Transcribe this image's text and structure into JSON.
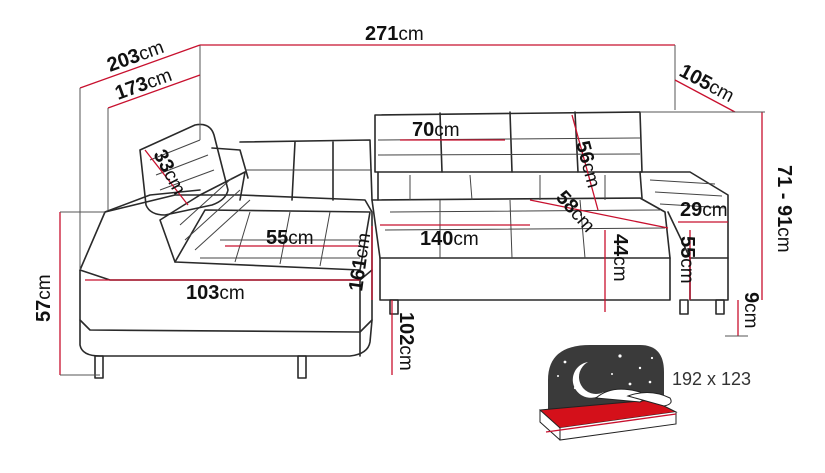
{
  "dimensions": {
    "total_width": {
      "value": "271",
      "unit": "cm"
    },
    "left_depth_outer": {
      "value": "203",
      "unit": "cm"
    },
    "left_depth_inner": {
      "value": "173",
      "unit": "cm"
    },
    "right_depth": {
      "value": "105",
      "unit": "cm"
    },
    "height_range": {
      "value": "71 - 91",
      "unit": "cm"
    },
    "headrest_width": {
      "value": "70",
      "unit": "cm"
    },
    "headrest_depth": {
      "value": "33",
      "unit": "cm"
    },
    "backrest_height": {
      "value": "56",
      "unit": "cm"
    },
    "seat_depth_right": {
      "value": "58",
      "unit": "cm"
    },
    "armrest_width": {
      "value": "29",
      "unit": "cm"
    },
    "chaise_seat_width": {
      "value": "55",
      "unit": "cm"
    },
    "seat_width_center": {
      "value": "140",
      "unit": "cm"
    },
    "chaise_length": {
      "value": "161",
      "unit": "cm"
    },
    "seat_height_44": {
      "value": "44",
      "unit": "cm"
    },
    "armrest_height": {
      "value": "55",
      "unit": "cm"
    },
    "total_height_left": {
      "value": "57",
      "unit": "cm"
    },
    "chaise_front_width": {
      "value": "103",
      "unit": "cm"
    },
    "chaise_depth": {
      "value": "102",
      "unit": "cm"
    },
    "leg_height": {
      "value": "9",
      "unit": "cm"
    }
  },
  "sleeping_area": {
    "label": "192 x 123"
  },
  "icon": "bed-night-icon",
  "colors": {
    "accent": "#c8102e",
    "line": "#2a2a2a"
  }
}
